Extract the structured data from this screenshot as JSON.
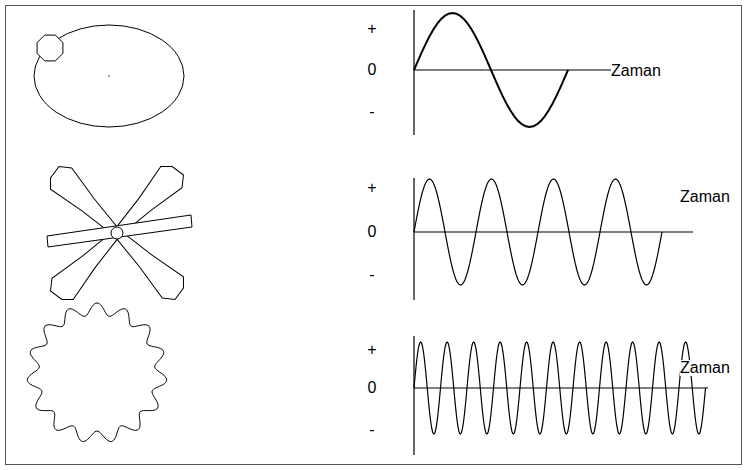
{
  "diagram": {
    "labels": [
      "+",
      "0",
      "-",
      "Zaman",
      "+",
      "0",
      "-",
      "Zaman",
      "+",
      "0",
      "-",
      "Zaman"
    ]
  }
}
